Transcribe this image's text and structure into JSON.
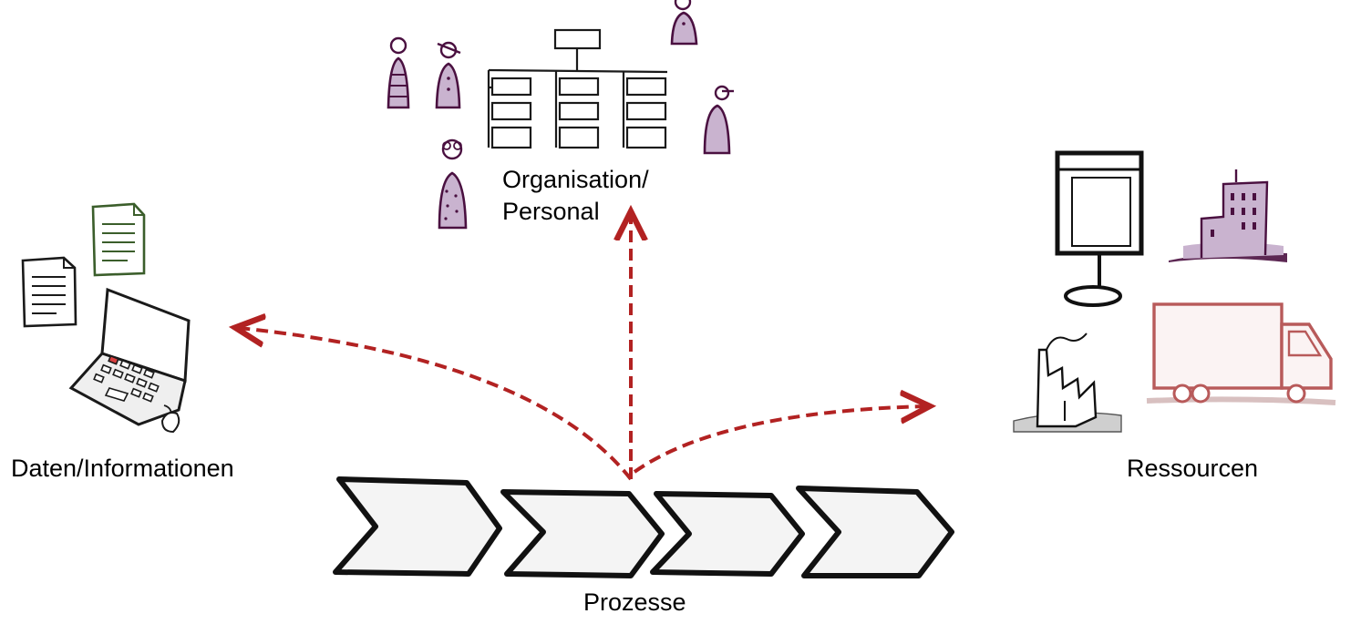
{
  "diagram": {
    "labels": {
      "organisation_line1": "Organisation/",
      "organisation_line2": "Personal",
      "data": "Daten/Informationen",
      "resources": "Ressourcen",
      "processes": "Prozesse"
    },
    "colors": {
      "arrow": "#b22222",
      "purple_dark": "#4a1040",
      "purple_light": "#c9b3cf",
      "document_green": "#3b5e2b",
      "truck_red": "#b85a5a",
      "ink": "#1a1a1a"
    },
    "icons": [
      "org-chart-icon",
      "person-icon",
      "laptop-icon",
      "document-icon",
      "screen-icon",
      "building-icon",
      "factory-icon",
      "truck-icon",
      "process-chevron-icon"
    ]
  }
}
